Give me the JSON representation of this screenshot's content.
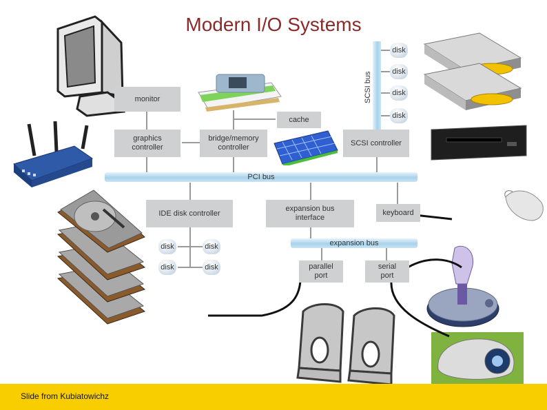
{
  "title": "Modern I/O Systems",
  "footer": {
    "credit": "Slide from Kubiatowichz"
  },
  "components": {
    "monitor": "monitor",
    "cache": "cache",
    "graphics_controller": "graphics\ncontroller",
    "bridge_memory_controller": "bridge/memory\ncontroller",
    "scsi_controller": "SCSI controller",
    "ide_disk_controller": "IDE disk controller",
    "expansion_bus_interface": "expansion bus\ninterface",
    "keyboard": "keyboard",
    "parallel_port": "parallel\nport",
    "serial_port": "serial\nport"
  },
  "buses": {
    "pci": "PCI bus",
    "scsi": "SCSI bus",
    "expansion": "expansion bus"
  },
  "disk_label": "disk",
  "images": [
    "monitor-illustration",
    "memory-module-illustration",
    "cpu-chip-illustration",
    "wireless-router-illustration",
    "hard-drive-stack-illustration",
    "optical-drives-illustration",
    "tape-drive-illustration",
    "mouse-illustration",
    "joystick-illustration",
    "speakers-illustration",
    "webcam-illustration"
  ]
}
